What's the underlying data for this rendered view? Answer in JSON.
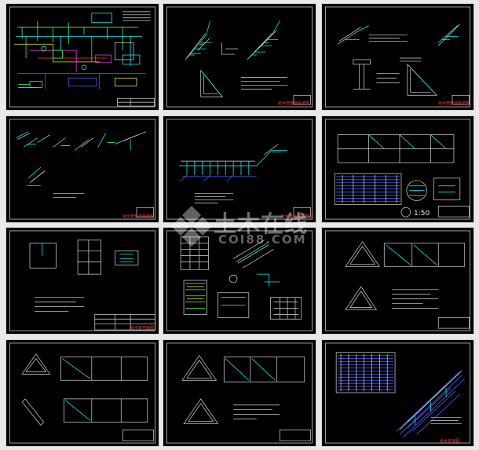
{
  "sheets": [
    {
      "id": "s1",
      "title": ""
    },
    {
      "id": "s2",
      "title": "给水管轴测系统图"
    },
    {
      "id": "s3",
      "title": "给水管轴测系统图"
    },
    {
      "id": "s4",
      "title": "给水管轴测系统图"
    },
    {
      "id": "s5",
      "title": "给水管轴测系统图"
    },
    {
      "id": "s6",
      "title": "",
      "scale_label": "1:50"
    },
    {
      "id": "s7",
      "title": "给水管平面图"
    },
    {
      "id": "s8",
      "title": ""
    },
    {
      "id": "s9",
      "title": ""
    },
    {
      "id": "s10",
      "title": ""
    },
    {
      "id": "s11",
      "title": ""
    },
    {
      "id": "s12",
      "title": "给水管道图"
    }
  ],
  "watermark": {
    "cn": "土木在线",
    "en": "COI88.COM"
  }
}
